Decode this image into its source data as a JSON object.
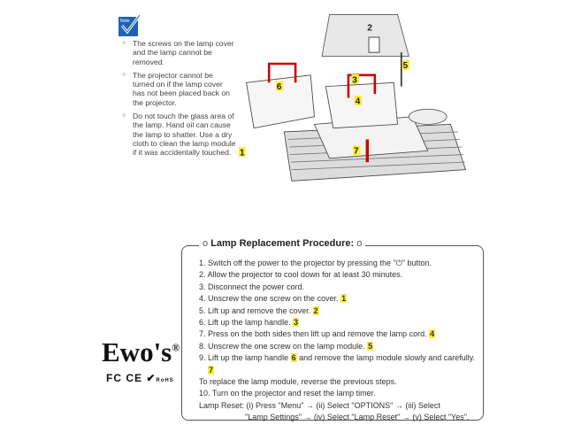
{
  "notes": [
    "The screws on the lamp cover and the lamp cannot be removed.",
    "The projector cannot be turned on if the lamp cover has not been placed back on the projector.",
    "Do not touch the glass area of the lamp. Hand oil can cause the lamp to shatter. Use a dry cloth to clean the lamp module if it was accidentally touched."
  ],
  "note_icon_label": "Note",
  "callouts": [
    "1",
    "2",
    "3",
    "4",
    "5",
    "6",
    "7"
  ],
  "procedure": {
    "title": "Lamp Replacement Procedure:",
    "steps": [
      {
        "text": "1. Switch off the power to the projector by pressing the \"⏻\" button.",
        "ref": ""
      },
      {
        "text": "2. Allow the projector to cool down for at least 30 minutes.",
        "ref": ""
      },
      {
        "text": "3. Disconnect the power cord.",
        "ref": ""
      },
      {
        "text": "4. Unscrew the one screw on the cover.",
        "ref": "1"
      },
      {
        "text": "5. Lift up and remove the cover.",
        "ref": "2"
      },
      {
        "text": "6. Lift up the lamp handle.",
        "ref": "3"
      },
      {
        "text": "7. Press on the both sides then lift up and remove the lamp cord.",
        "ref": "4"
      },
      {
        "text": "8. Unscrew the one screw on the lamp module.",
        "ref": "5"
      }
    ],
    "step9_a": "9. Lift up the lamp handle",
    "step9_ref1": "6",
    "step9_b": "and remove the lamp module slowly and carefully.",
    "step9_ref2": "7",
    "replace_note": "To replace the lamp module, reverse the previous steps.",
    "step10": "10.   Turn on the projector and reset the lamp timer.",
    "reset_1": "Lamp Reset: (i) Press \"Menu\" → (ii) Select \"OPTIONS\" → (iii) Select",
    "reset_2": "\"Lamp Settings\" → (iv) Select \"Lamp Reset\" → (v) Select \"Yes\"."
  },
  "brand": {
    "name": "Ewo's",
    "reg": "®",
    "marks": "FC CE",
    "rohs": "RoHS"
  }
}
